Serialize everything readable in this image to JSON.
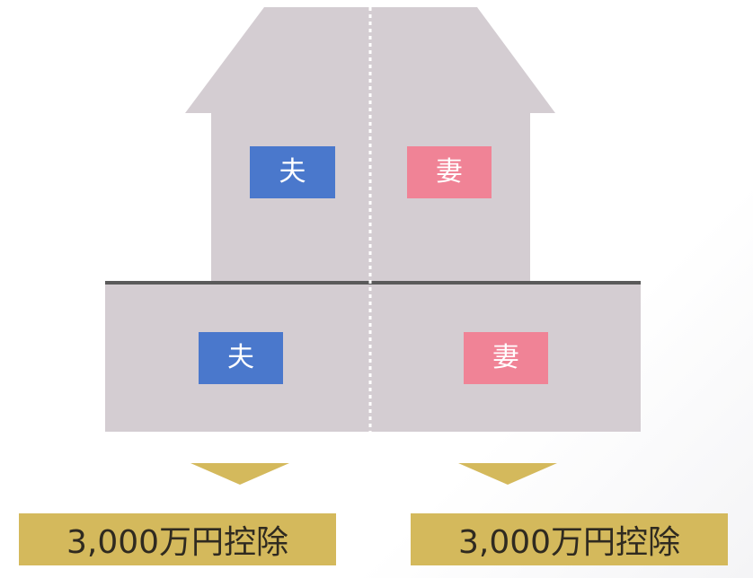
{
  "house": {
    "colors": {
      "wall": "#d4cdd2",
      "floor_line": "#5a5a5a",
      "divider": "#ffffff",
      "husband_tag": "#4a78cc",
      "wife_tag": "#f08396",
      "arrow": "#d4b95c",
      "deduction_box": "#d4b95c"
    },
    "upper_floor": {
      "husband_label": "夫",
      "wife_label": "妻"
    },
    "lower_floor": {
      "husband_label": "夫",
      "wife_label": "妻"
    }
  },
  "deductions": {
    "left": "3,000万円控除",
    "right": "3,000万円控除"
  }
}
